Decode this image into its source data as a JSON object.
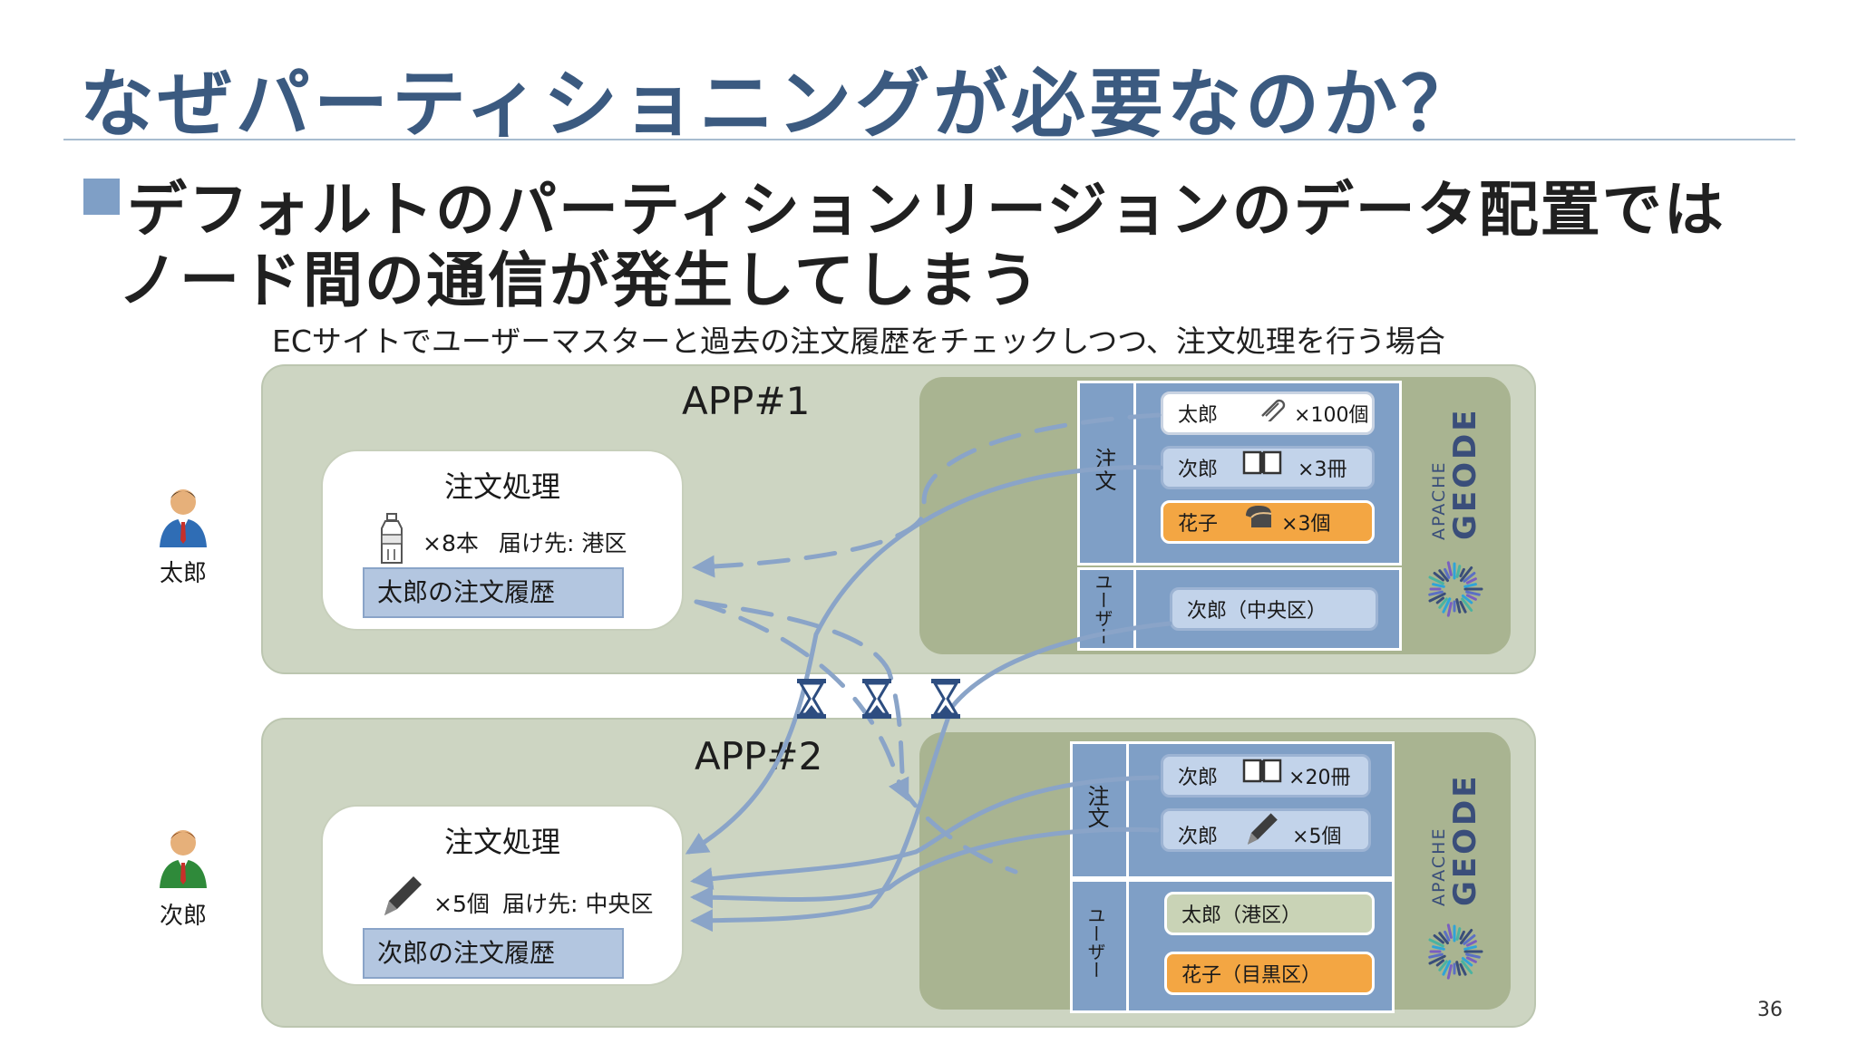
{
  "slide": {
    "title": "なぜパーティショニングが必要なのか？",
    "bullet_line1": "デフォルトのパーティションリージョンのデータ配置では",
    "bullet_line2": "ノード間の通信が発生してしまう",
    "caption": "ECサイトでユーザーマスターと過去の注文履歴をチェックしつつ、注文処理を行う場合",
    "page_number": "36"
  },
  "users": [
    {
      "name": "太郎",
      "icon": "businessman-blue-tie-icon"
    },
    {
      "name": "次郎",
      "icon": "businessman-green-suit-icon"
    }
  ],
  "apps": [
    {
      "label": "APP#1",
      "order": {
        "title": "注文処理",
        "item_icon": "water-bottle-icon",
        "quantity": "×8本",
        "destination": "届け先: 港区",
        "history": "太郎の注文履歴"
      },
      "orders_label": "注文",
      "users_label": "ユーザー",
      "order_records": [
        {
          "name": "太郎",
          "icon": "paperclip-icon",
          "qty": "×100個",
          "style": "white"
        },
        {
          "name": "次郎",
          "icon": "book-icon",
          "qty": "×3冊",
          "style": "blue"
        },
        {
          "name": "花子",
          "icon": "bread-icon",
          "qty": "×3個",
          "style": "orange"
        }
      ],
      "user_records": [
        {
          "label": "次郎（中央区）",
          "style": "blue"
        }
      ]
    },
    {
      "label": "APP#2",
      "order": {
        "title": "注文処理",
        "item_icon": "pen-icon",
        "quantity": "×5個",
        "destination": "届け先: 中央区",
        "history": "次郎の注文履歴"
      },
      "orders_label": "注文",
      "users_label": "ユーザー",
      "order_records": [
        {
          "name": "次郎",
          "icon": "book-icon",
          "qty": "×20冊",
          "style": "blue"
        },
        {
          "name": "次郎",
          "icon": "pen-icon",
          "qty": "×5個",
          "style": "blue"
        }
      ],
      "user_records": [
        {
          "label": "太郎（港区）",
          "style": "green"
        },
        {
          "label": "花子（目黒区）",
          "style": "orange"
        }
      ]
    }
  ],
  "geode": {
    "apache": "APACHE",
    "name": "GEODE"
  },
  "icons": {
    "wait": "hourglass-icon"
  },
  "colors": {
    "title": "#3b5a80",
    "panel": "#cdd5c2",
    "geode_panel": "#a9b491",
    "region_blue": "#7f9fc6",
    "record_orange": "#f3a643",
    "arrow": "#8aa4c8"
  }
}
